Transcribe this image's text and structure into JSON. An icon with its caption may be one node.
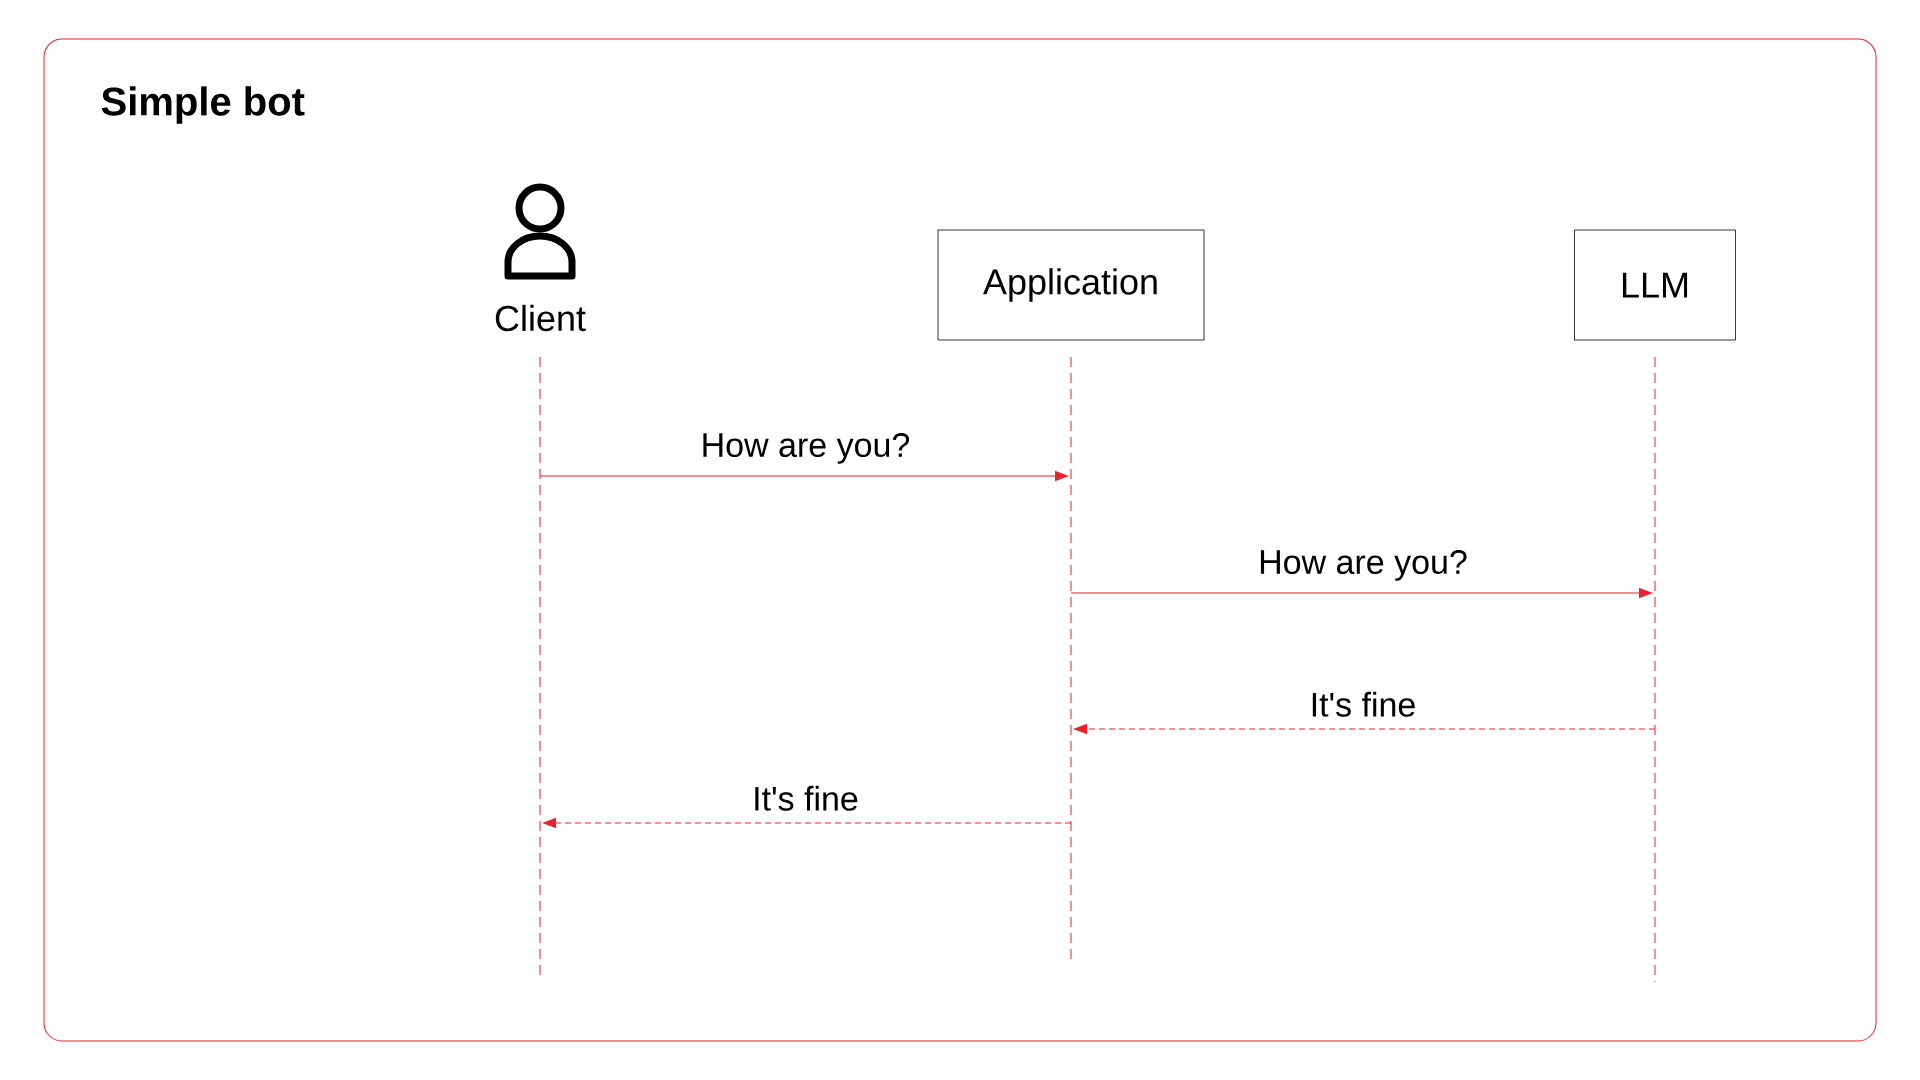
{
  "diagram": {
    "title": "Simple bot",
    "nodes": [
      {
        "text": [
          "Client"
        ]
      },
      {
        "text": [
          "Application"
        ]
      },
      {
        "text": [
          "LLM"
        ]
      }
    ],
    "edges": [
      {
        "from": 0,
        "to": 1,
        "arrow": "to",
        "label": "How are you?"
      },
      {
        "from": 1,
        "to": 2,
        "arrow": "to",
        "label": "How are you?"
      },
      {
        "from": 2,
        "to": 1,
        "arrow": "to",
        "label": "It's fine",
        "style": "dashed"
      },
      {
        "from": 1,
        "to": 0,
        "arrow": "to",
        "label": "It's fine",
        "style": "dashed"
      }
    ]
  }
}
